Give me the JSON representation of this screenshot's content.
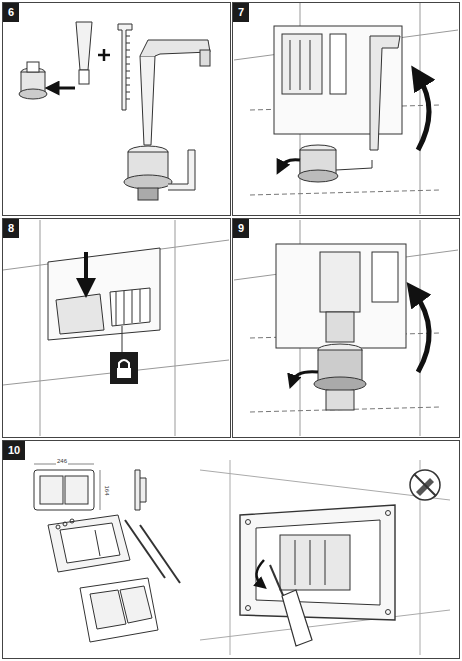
{
  "diagram": {
    "nodes": [
      {
        "text": [
          "6"
        ]
      },
      {
        "text": [
          "7"
        ]
      },
      {
        "text": [
          "8"
        ]
      },
      {
        "text": [
          "9"
        ]
      },
      {
        "text": [
          "10"
        ]
      }
    ],
    "labels": [
      "246",
      "164"
    ]
  }
}
